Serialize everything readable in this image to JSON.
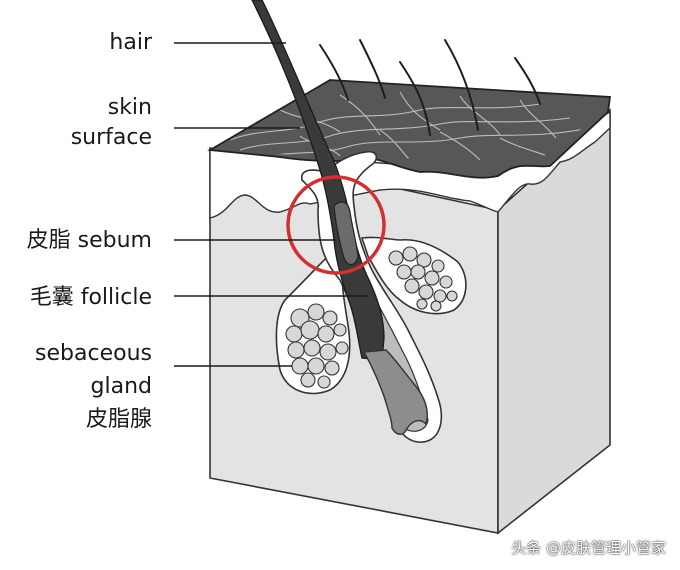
{
  "labels": {
    "hair": "hair",
    "skin_surface_line1": "skin",
    "skin_surface_line2": "surface",
    "sebum": "皮脂 sebum",
    "follicle": "毛囊 follicle",
    "sebaceous_line1": "sebaceous",
    "sebaceous_line2": "gland",
    "sebaceous_line3": "皮脂腺"
  },
  "watermark": "头条 @皮肤管理小管家",
  "colors": {
    "skin_top": "#575757",
    "skin_lines": "#cfcfcf",
    "block_front": "#e3e3e3",
    "block_side": "#dadada",
    "hair": "#3a3a3a",
    "highlight_circle": "#d32f2f",
    "gland_cell": "#d7d7d7"
  }
}
